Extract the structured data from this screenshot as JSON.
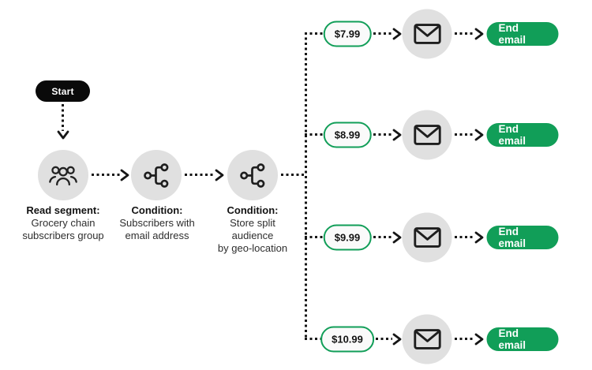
{
  "diagram": {
    "description_colors": {
      "accent_green": "#119E58",
      "node_circle_gray": "#E0E0E0",
      "connector_black": "#161616",
      "start_pill_black": "#0A0A0A",
      "price_pill_bg": "#FAFAFA",
      "text_dark": "#131313"
    },
    "start": {
      "label": "Start"
    },
    "nodes": [
      {
        "icon": "users-icon",
        "title": "Read segment:",
        "lines": [
          "Grocery chain",
          "subscribers group"
        ]
      },
      {
        "icon": "branch-icon",
        "title": "Condition:",
        "lines": [
          "Subscribers with",
          "email address"
        ]
      },
      {
        "icon": "branch-icon",
        "title": "Condition:",
        "lines": [
          "Store split",
          "audience",
          "by geo-location"
        ]
      }
    ],
    "branches": [
      {
        "price": "$7.99",
        "end_label": "End email"
      },
      {
        "price": "$8.99",
        "end_label": "End email"
      },
      {
        "price": "$9.99",
        "end_label": "End email"
      },
      {
        "price": "$10.99",
        "end_label": "End email"
      }
    ]
  }
}
